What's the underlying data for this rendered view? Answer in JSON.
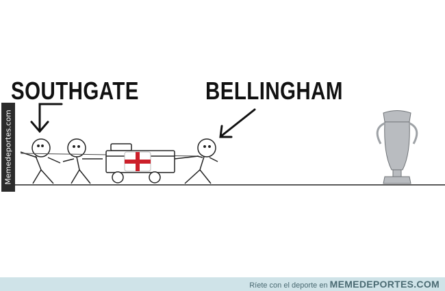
{
  "labels": {
    "left": "SOUTHGATE",
    "right": "BELLINGHAM"
  },
  "watermark": "Memedeportes.com",
  "footer": {
    "tagline": "Ríete con el deporte en",
    "brand": "MEMEDEPORTES.COM"
  },
  "colors": {
    "flag_cross": "#cc1f2a",
    "footer_bg": "#cfe3e8",
    "trophy": "#b9bcc0"
  }
}
